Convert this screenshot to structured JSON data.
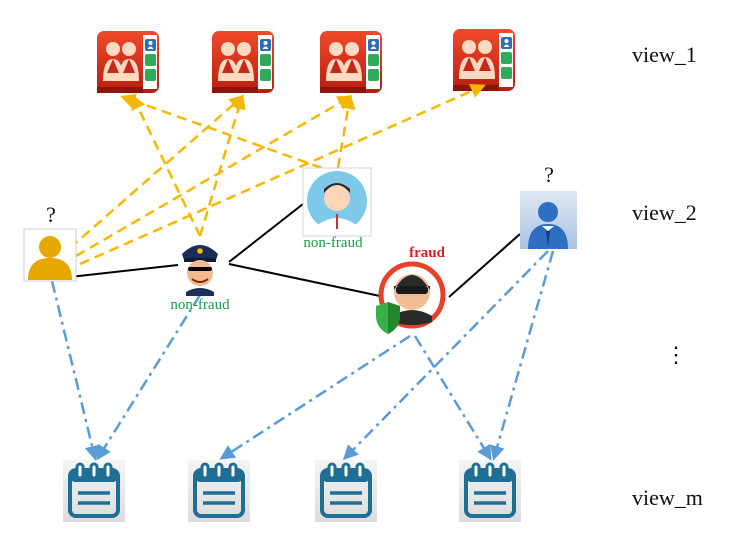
{
  "labels": {
    "view_1": "view_1",
    "view_2": "view_2",
    "vdots": "⋮",
    "view_m": "view_m"
  },
  "users": {
    "left_user": {
      "question": "?"
    },
    "police": {
      "label": "non-fraud"
    },
    "doctor": {
      "label": "non-fraud"
    },
    "thief": {
      "label": "fraud"
    },
    "business_user": {
      "question": "?"
    }
  },
  "icons": {
    "view_1": "contact-book-icon",
    "view_m": "calendar-icon"
  },
  "colors": {
    "view1_edges": "#f5b800",
    "viewm_edges": "#5b9bd5",
    "view2_edges": "#000000",
    "non_fraud": "#1a9a4a",
    "fraud": "#e02020"
  }
}
